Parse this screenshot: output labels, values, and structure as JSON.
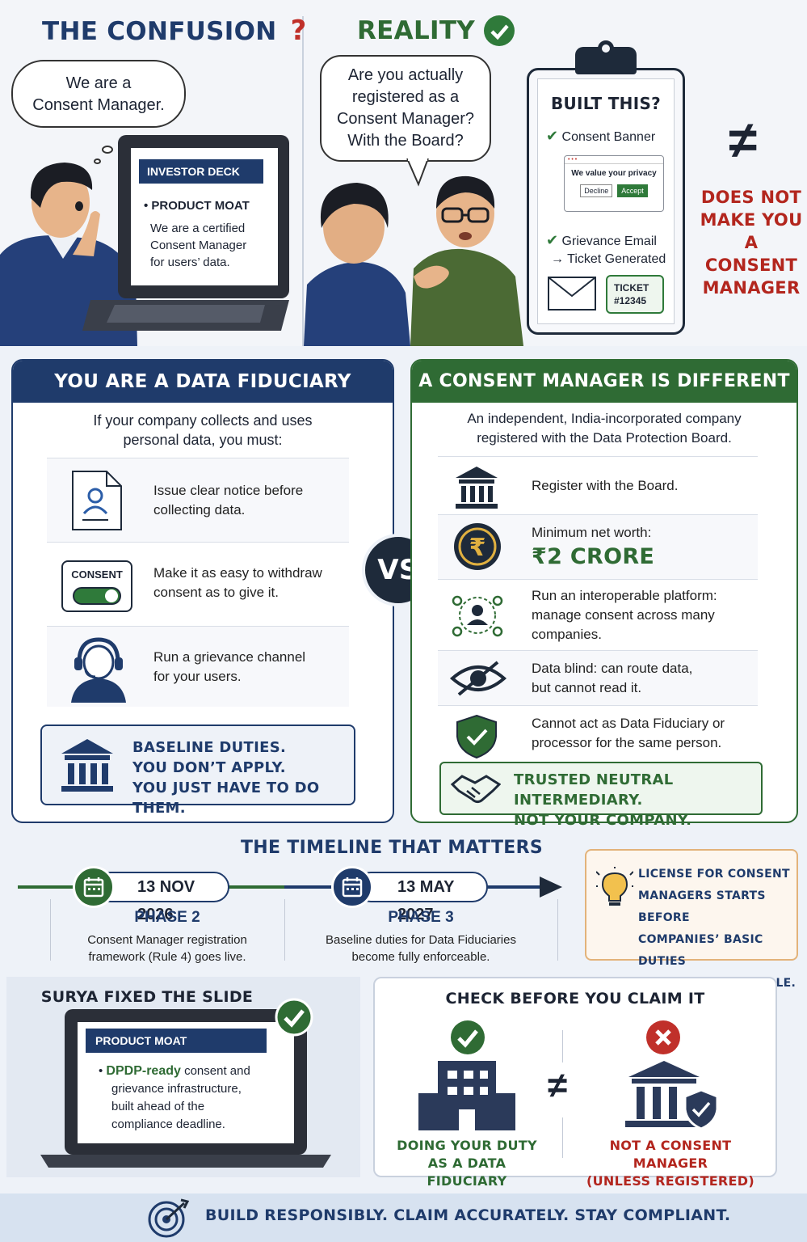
{
  "top_left": {
    "title": "THE CONFUSION",
    "bubble_line1": "We are a",
    "bubble_line2": "Consent Manager.",
    "deck_header": "INVESTOR DECK",
    "deck_bullet": "PRODUCT MOAT",
    "deck_line1": "We are a certified",
    "deck_line2": "Consent Manager",
    "deck_line3": "for users’ data."
  },
  "top_right": {
    "title": "REALITY",
    "bubble_line1": "Are you actually",
    "bubble_line2": "registered as a",
    "bubble_line3": "Consent Manager?",
    "bubble_line4": "With the Board?",
    "clip_title": "BUILT THIS?",
    "item1": "Consent Banner",
    "banner_text": "We value your privacy",
    "decline": "Decline",
    "accept": "Accept",
    "item2_line1": "Grievance Email",
    "item2_line2": "→ Ticket Generated",
    "ticket_label": "TICKET",
    "ticket_no": "#12345",
    "neq_line1": "DOES NOT",
    "neq_line2": "MAKE YOU A",
    "neq_line3": "CONSENT",
    "neq_line4": "MANAGER"
  },
  "left_panel": {
    "title": "YOU ARE A DATA FIDUCIARY",
    "intro_line1": "If your company collects and uses",
    "intro_line2": "personal data, you must:",
    "row1_line1": "Issue clear notice before",
    "row1_line2": "collecting data.",
    "consent_label": "CONSENT",
    "row2_line1": "Make it as easy to withdraw",
    "row2_line2": "consent as to give it.",
    "row3_line1": "Run a grievance channel",
    "row3_line2": "for your users.",
    "box_line1": "BASELINE DUTIES.",
    "box_line2": "YOU DON’T APPLY.",
    "box_line3": "YOU JUST HAVE TO DO THEM."
  },
  "vs": "VS",
  "right_panel": {
    "title": "A CONSENT MANAGER IS DIFFERENT",
    "intro_line1": "An independent, India-incorporated company",
    "intro_line2": "registered with the Data Protection Board.",
    "row1": "Register with the Board.",
    "row2_label": "Minimum net worth:",
    "row2_value": "₹2 CRORE",
    "row3_line1": "Run an interoperable platform:",
    "row3_line2": "manage consent across many",
    "row3_line3": "companies.",
    "row4_line1": "Data blind: can route data,",
    "row4_line2": "but cannot read it.",
    "row5_line1": "Cannot act as Data Fiduciary or",
    "row5_line2": "processor for the same person.",
    "box_line1": "TRUSTED NEUTRAL INTERMEDIARY.",
    "box_line2": "NOT YOUR COMPANY."
  },
  "timeline": {
    "title": "THE TIMELINE THAT MATTERS",
    "date1": "13 NOV 2026",
    "phase1": "PHASE 2",
    "phase1_line1": "Consent Manager registration",
    "phase1_line2": "framework (Rule 4) goes live.",
    "date2": "13 MAY 2027",
    "phase2": "PHASE 3",
    "phase2_line1": "Baseline duties for Data Fiduciaries",
    "phase2_line2": "become fully enforceable.",
    "note_line1": "LICENSE FOR CONSENT",
    "note_line2": "MANAGERS STARTS BEFORE",
    "note_line3": "COMPANIES’ BASIC DUTIES",
    "note_line4": "BECOME ENFORCEABLE."
  },
  "fixed_slide": {
    "title": "SURYA FIXED THE SLIDE",
    "header": "PRODUCT MOAT",
    "highlight": "DPDP-ready",
    "line1_rest": " consent and",
    "line2": "grievance infrastructure,",
    "line3": "built ahead of the",
    "line4": "compliance deadline."
  },
  "check": {
    "title": "CHECK BEFORE YOU CLAIM IT",
    "left_line1": "DOING YOUR DUTY",
    "left_line2": "AS A DATA FIDUCIARY",
    "right_line1": "NOT A CONSENT MANAGER",
    "right_line2": "(UNLESS REGISTERED)"
  },
  "footer": "BUILD RESPONSIBLY. CLAIM ACCURATELY. STAY COMPLIANT.",
  "colors": {
    "navy": "#1f3b6b",
    "green": "#2f6b34",
    "red": "#b3261e",
    "gold": "#b88a2a"
  }
}
